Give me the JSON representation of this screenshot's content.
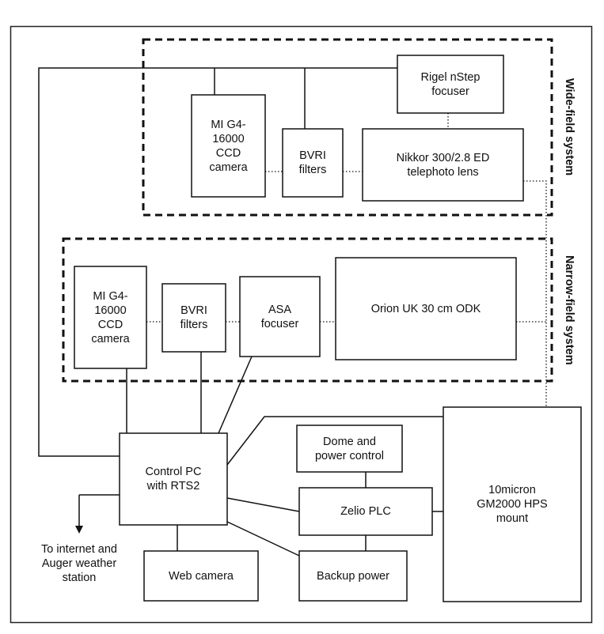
{
  "groups": {
    "wide": "Wide-field system",
    "narrow": "Narrow-field system"
  },
  "boxes": {
    "rigel": "Rigel nStep\nfocuser",
    "wide_ccd": "MI G4-\n16000\nCCD\ncamera",
    "wide_filters": "BVRI\nfilters",
    "nikkor": "Nikkor 300/2.8 ED\ntelephoto lens",
    "narrow_ccd": "MI G4-\n16000\nCCD\ncamera",
    "narrow_filters": "BVRI\nfilters",
    "asa": "ASA\nfocuser",
    "orion": "Orion UK 30 cm ODK",
    "dome": "Dome and\npower control",
    "control_pc": "Control PC\nwith RTS2",
    "zelio": "Zelio PLC",
    "mount": "10micron\nGM2000 HPS\nmount",
    "webcam": "Web camera",
    "backup": "Backup power"
  },
  "notes": {
    "internet": "To internet and\nAuger weather\nstation"
  }
}
